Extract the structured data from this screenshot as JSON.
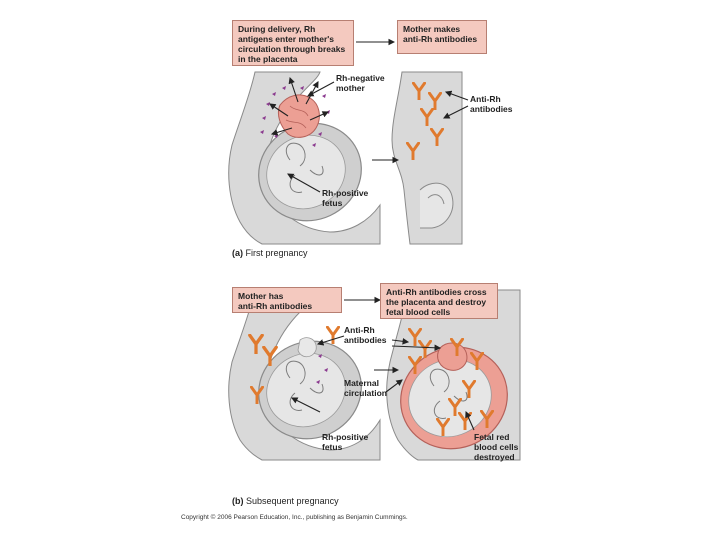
{
  "part_a": {
    "letter": "(a)",
    "title": "First pregnancy",
    "box_left": "During delivery, Rh\nantigens enter mother's\ncirculation through breaks\nin the placenta",
    "box_right": "Mother makes\nanti-Rh antibodies",
    "label_mother": "Rh-negative\nmother",
    "label_fetus": "Rh-positive\nfetus",
    "label_antibodies": "Anti-Rh\nantibodies"
  },
  "part_b": {
    "letter": "(b)",
    "title": "Subsequent pregnancy",
    "box_left": "Mother has\nanti-Rh antibodies",
    "box_right": "Anti-Rh antibodies cross\nthe placenta and destroy\nfetal blood cells",
    "label_antibodies": "Anti-Rh\nantibodies",
    "label_circulation": "Maternal\ncirculation",
    "label_fetus": "Rh-positive\nfetus",
    "label_destroyed": "Fetal red\nblood cells\ndestroyed"
  },
  "copyright": "Copyright © 2006 Pearson Education, Inc., publishing as Benjamin Cummings.",
  "colors": {
    "box_fill": "#f4c9bf",
    "body_fill": "#d9d9d9",
    "antibody": "#e07a2e",
    "placenta": "#ec9f94",
    "antigen": "#8b3a8f"
  }
}
